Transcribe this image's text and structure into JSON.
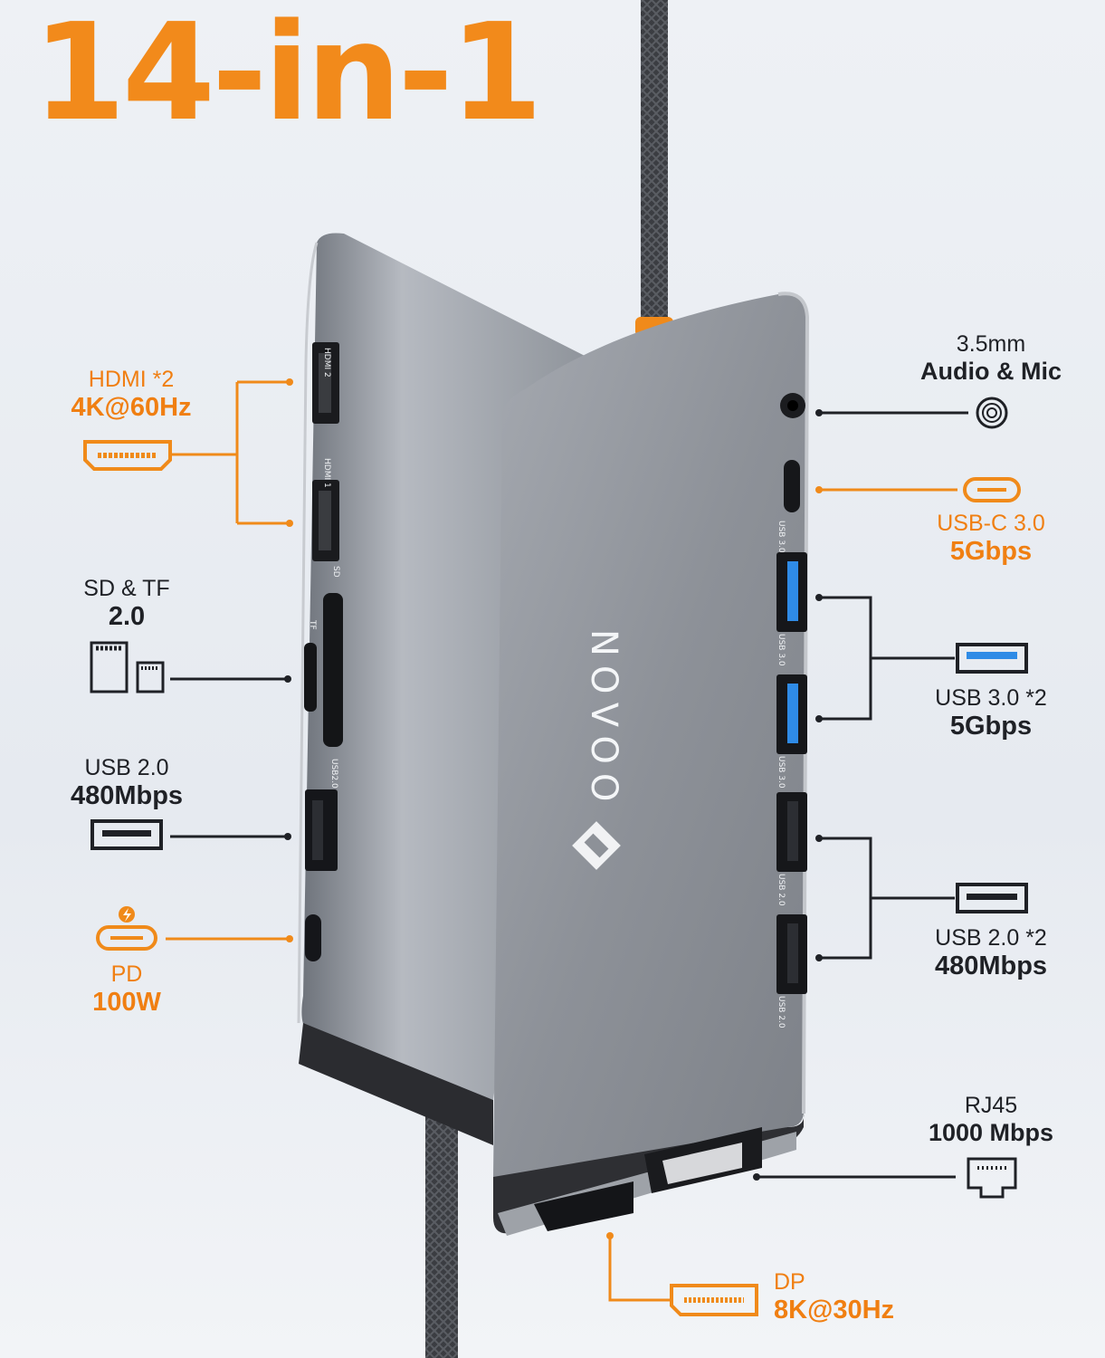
{
  "headline": "14-in-1",
  "brand": "NOVOO",
  "labels": {
    "hdmi": {
      "line1": "HDMI *2",
      "line2": "4K@60Hz"
    },
    "sd": {
      "line1": "SD & TF",
      "line2": "2.0"
    },
    "usb2_left": {
      "line1": "USB 2.0",
      "line2": "480Mbps"
    },
    "pd": {
      "line1": "PD",
      "line2": "100W"
    },
    "audio": {
      "line1": "3.5mm",
      "line2": "Audio & Mic"
    },
    "usbc": {
      "line1": "USB-C 3.0",
      "line2": "5Gbps"
    },
    "usb3": {
      "line1": "USB 3.0 *2",
      "line2": "5Gbps"
    },
    "usb2_right": {
      "line1": "USB 2.0 *2",
      "line2": "480Mbps"
    },
    "rj45": {
      "line1": "RJ45",
      "line2": "1000 Mbps"
    },
    "dp": {
      "line1": "DP",
      "line2": "8K@30Hz"
    }
  },
  "port_markings": {
    "hdmi2": "HDMI 2",
    "hdmi1": "HDMI 1",
    "sd": "SD",
    "tf": "TF",
    "usb2": "USB2.0",
    "usb3": "USB 3.0",
    "usb20": "USB 2.0"
  },
  "colors": {
    "accent": "#f28a1b",
    "line_dark": "#1f2126",
    "usb3_blue": "#2f8be6",
    "body_gray": "#8e939b"
  },
  "icons": [
    "hdmi-icon",
    "sd-card-icon",
    "usb-a-icon",
    "usb-c-pd-icon",
    "audio-jack-icon",
    "usb-c-icon",
    "usb3-blue-icon",
    "rj45-icon",
    "displayport-icon"
  ]
}
